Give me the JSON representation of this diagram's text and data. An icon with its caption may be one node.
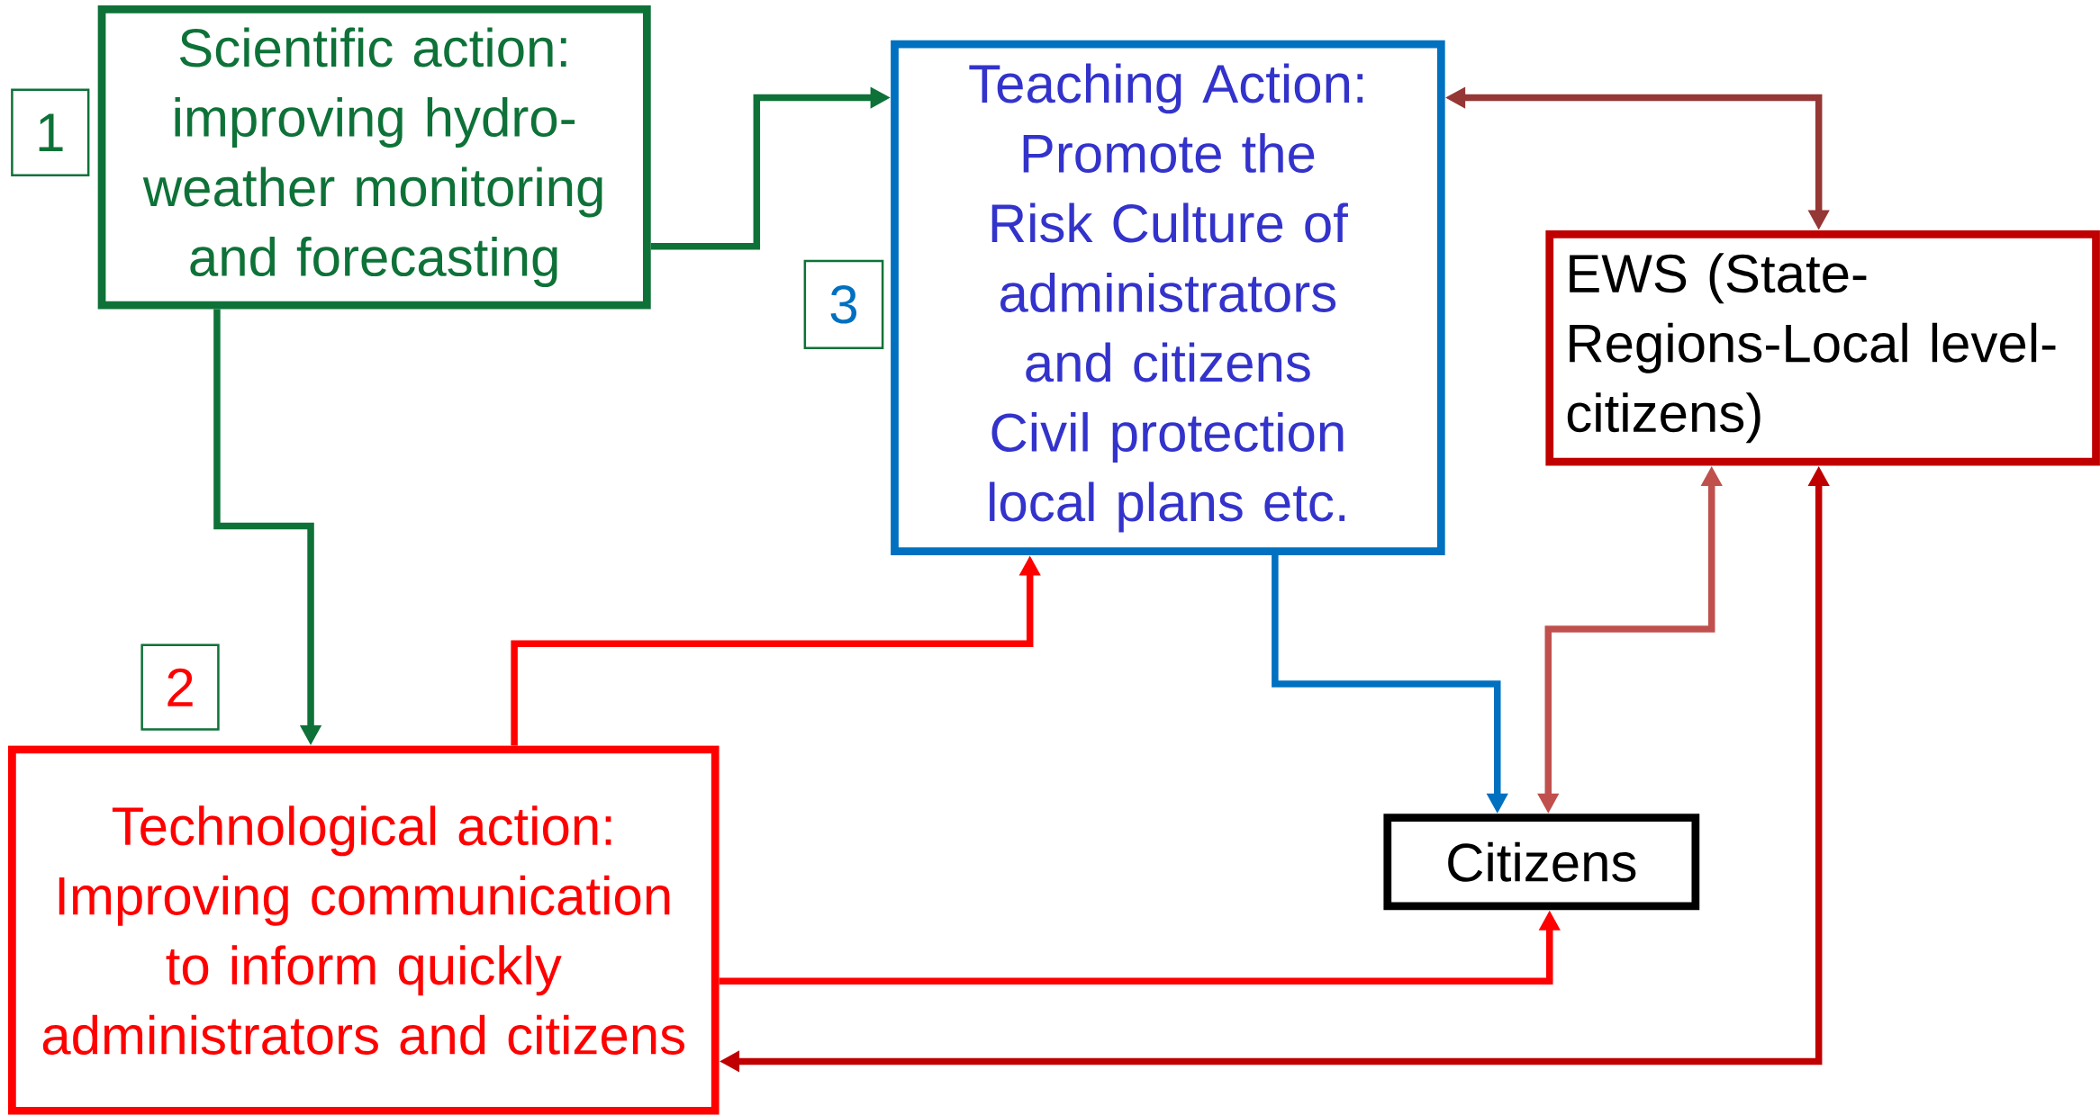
{
  "diagram": {
    "nodes": [
      {
        "text": [
          "Scientific action: improving hydro-weather monitoring and forecasting"
        ]
      },
      {
        "text": [
          "1"
        ]
      },
      {
        "text": [
          "Teaching Action: Promote the Risk Culture of administrators and citizens",
          "Civil protection local plans etc."
        ]
      },
      {
        "text": [
          "3"
        ]
      },
      {
        "text": [
          "EWS (State-Regions-Local level- citizens)"
        ]
      },
      {
        "text": [
          "2"
        ]
      },
      {
        "text": [
          "Technological action: Improving communication to inform quickly administrators and citizens"
        ]
      },
      {
        "text": [
          "Citizens"
        ]
      }
    ],
    "edges": [
      {
        "from": 0,
        "to": 2,
        "arrow": "to",
        "color": "#0e7238"
      },
      {
        "from": 0,
        "to": 6,
        "arrow": "to",
        "color": "#0e7238"
      },
      {
        "from": 6,
        "to": 2,
        "arrow": "to",
        "color": "#ff0000"
      },
      {
        "from": 2,
        "to": 4,
        "arrow": "both",
        "color": "#953735"
      },
      {
        "from": 2,
        "to": 7,
        "arrow": "to",
        "color": "#0070c0"
      },
      {
        "from": 4,
        "to": 7,
        "arrow": "both",
        "color": "#c0504d"
      },
      {
        "from": 6,
        "to": 7,
        "arrow": "to",
        "color": "#ff0000"
      },
      {
        "from": 4,
        "to": 6,
        "arrow": "both",
        "color": "#c00000"
      }
    ]
  }
}
